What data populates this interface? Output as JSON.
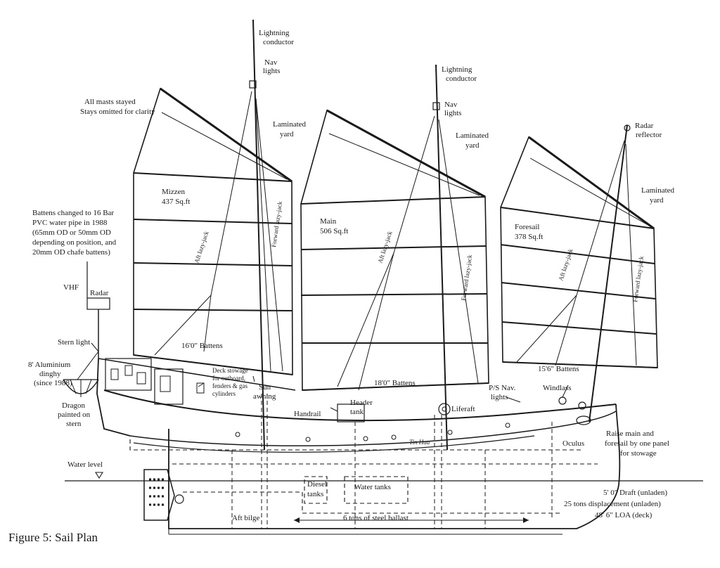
{
  "caption": "Figure 5: Sail Plan",
  "mizzen_mast": {
    "top": "Lightning conductor",
    "lights": "Nav lights"
  },
  "main_mast": {
    "top": "Lightning conductor",
    "lights": "Nav lights"
  },
  "fore_mast": {
    "top": "Radar reflector"
  },
  "notes": {
    "stays": [
      "All masts stayed",
      "Stays omitted for clarity"
    ],
    "battens": [
      "Battens changed to 16 Bar",
      "PVC water pipe in 1988",
      "(65mm OD or 50mm OD",
      "depending on position, and",
      "20mm OD chafe battens)"
    ],
    "raise": [
      "Raise main and",
      "foresail by one panel",
      "for stowage"
    ],
    "specs": [
      "5' 0\" Draft (unladen)",
      "25 tons displacement (unladen)",
      "48' 6\" LOA (deck)"
    ]
  },
  "sails": {
    "mizzen": {
      "name": "Mizzen",
      "area": "437 Sq.ft",
      "battens": "16'0\" Battens",
      "yard": [
        "Laminated",
        "yard"
      ]
    },
    "main": {
      "name": "Main",
      "area": "506 Sq.ft",
      "battens": "18'0\" Battens",
      "yard": [
        "Laminated",
        "yard"
      ]
    },
    "fore": {
      "name": "Foresail",
      "area": "378 Sq.ft",
      "battens": "15'6\" Battens",
      "yard": [
        "Laminated",
        "yard"
      ]
    }
  },
  "lazyjacks": {
    "aft": "Aft lazy-jack",
    "forward": "Forward lazy-jack"
  },
  "labels": {
    "vhf": "VHF",
    "radar": "Radar",
    "stern_light": "Stern light",
    "dinghy": [
      "8' Aluminium",
      "dinghy",
      "(since 1988)"
    ],
    "dragon": [
      "Dragon",
      "painted on",
      "stern"
    ],
    "deck_stowage": [
      "Deck stowage",
      "for outboard,",
      "fenders & gas",
      "cylinders"
    ],
    "sun_awning": [
      "Sun",
      "awning"
    ],
    "handrail": "Handrail",
    "header_tank": [
      "Header",
      "tank"
    ],
    "liferaft": "Liferaft",
    "ps_nav": [
      "P/S Nav.",
      "lights"
    ],
    "windlass": "Windlass",
    "oculus": "Oculus",
    "water_level": "Water level",
    "diesel_tanks": [
      "Diesel",
      "tanks"
    ],
    "water_tanks": "Water tanks",
    "aft_bilge": "Aft bilge",
    "ballast": "6 tons of steel ballast",
    "name_on_hull": "Tin Hau"
  }
}
